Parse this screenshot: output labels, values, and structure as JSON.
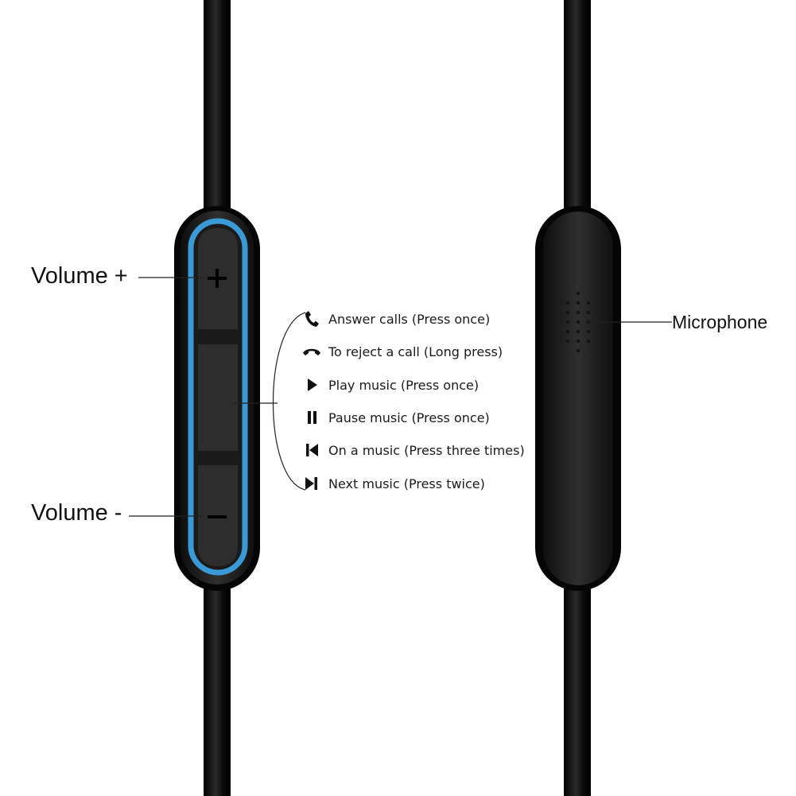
{
  "labels": {
    "volume_up": "Volume +",
    "volume_down": "Volume -",
    "microphone": "Microphone"
  },
  "functions": [
    {
      "icon": "phone-answer-icon",
      "text": "Answer calls (Press once)"
    },
    {
      "icon": "phone-hangup-icon",
      "text": "To reject a call (Long press)"
    },
    {
      "icon": "play-icon",
      "text": "Play music (Press once)"
    },
    {
      "icon": "pause-icon",
      "text": "Pause music (Press once)"
    },
    {
      "icon": "previous-track-icon",
      "text": "On a music (Press three times)"
    },
    {
      "icon": "next-track-icon",
      "text": "Next music (Press twice)"
    }
  ],
  "colors": {
    "accent_ring": "#3a9ad6",
    "body": "#2a2a2a",
    "cable": "#111111",
    "background": "#ffffff"
  }
}
